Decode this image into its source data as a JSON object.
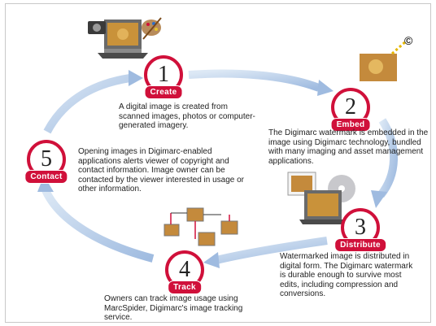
{
  "steps": [
    {
      "number": "1",
      "label": "Create",
      "description": "A digital image is created from scanned images, photos or computer-generated imagery."
    },
    {
      "number": "2",
      "label": "Embed",
      "description": "The Digimarc watermark is embedded in the image using Digimarc technology, bundled with many imaging and asset management applications."
    },
    {
      "number": "3",
      "label": "Distribute",
      "description": "Watermarked image is distributed in digital form. The Digimarc watermark is durable enough to survive most edits, including compression and conversions."
    },
    {
      "number": "4",
      "label": "Track",
      "description": "Owners can track image usage using MarcSpider, Digimarc's image tracking service."
    },
    {
      "number": "5",
      "label": "Contact",
      "description": "Opening images in Digimarc-enabled applications alerts viewer of copyright and contact information. Image owner can be contacted by the viewer interested in usage or other information."
    }
  ],
  "copyright_symbol": "©",
  "colors": {
    "accent": "#d0103a",
    "arrow": "#b9cfe8"
  }
}
